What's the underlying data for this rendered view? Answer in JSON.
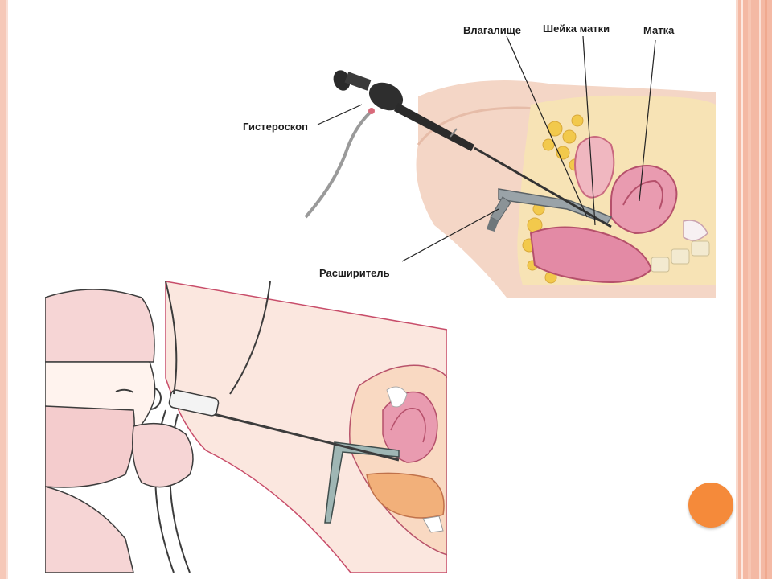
{
  "labels": {
    "vagina": "Влагалище",
    "cervix": "Шейка матки",
    "uterus": "Матка",
    "hysteroscope": "Гистероскоп",
    "dilator": "Расширитель"
  },
  "colors": {
    "frame": "#f4b9a4",
    "nav_button": "#f58a3a",
    "tissue_pink": "#e8a0b0",
    "fat_yellow": "#f2d36b",
    "skin": "#f4d6c6"
  },
  "icons": {
    "nav": "circle-button"
  }
}
